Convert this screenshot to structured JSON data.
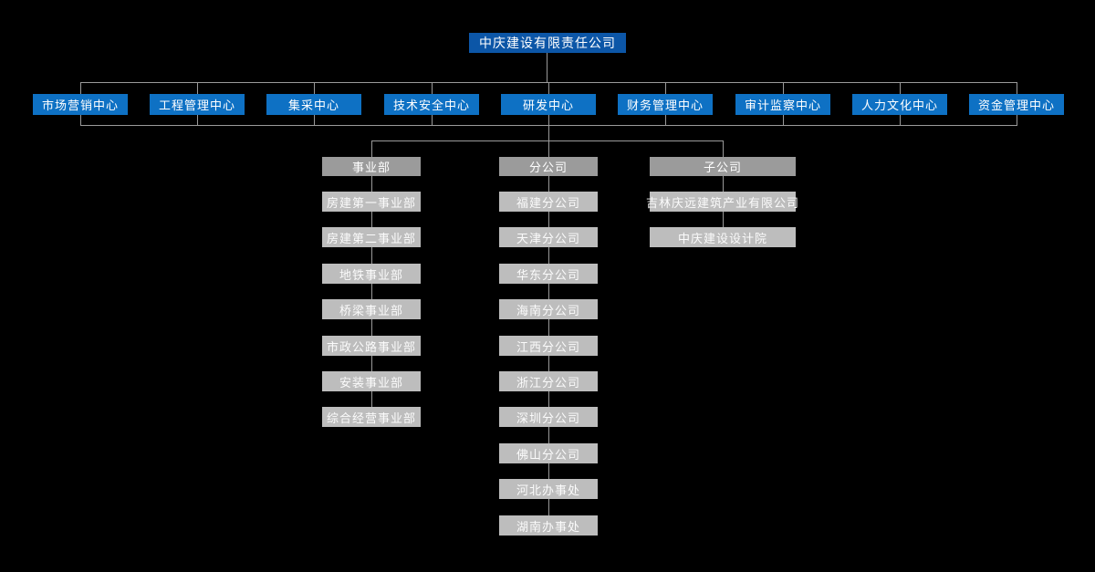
{
  "colors": {
    "background": "#000000",
    "root_blue": "#0c56a7",
    "center_blue": "#0e71c4",
    "header_gray": "#9b9b9b",
    "child_gray": "#bdbdbd",
    "line_gray": "#9a9a9a"
  },
  "org": {
    "root": "中庆建设有限责任公司",
    "centers": [
      "市场营销中心",
      "工程管理中心",
      "集采中心",
      "技术安全中心",
      "研发中心",
      "财务管理中心",
      "审计监察中心",
      "人力文化中心",
      "资金管理中心"
    ],
    "groups": [
      {
        "header": "事业部",
        "children": [
          "房建第一事业部",
          "房建第二事业部",
          "地铁事业部",
          "桥梁事业部",
          "市政公路事业部",
          "安装事业部",
          "综合经营事业部"
        ]
      },
      {
        "header": "分公司",
        "children": [
          "福建分公司",
          "天津分公司",
          "华东分公司",
          "海南分公司",
          "江西分公司",
          "浙江分公司",
          "深圳分公司",
          "佛山分公司",
          "河北办事处",
          "湖南办事处"
        ]
      },
      {
        "header": "子公司",
        "children": [
          "吉林庆远建筑产业有限公司",
          "中庆建设设计院"
        ]
      }
    ]
  }
}
